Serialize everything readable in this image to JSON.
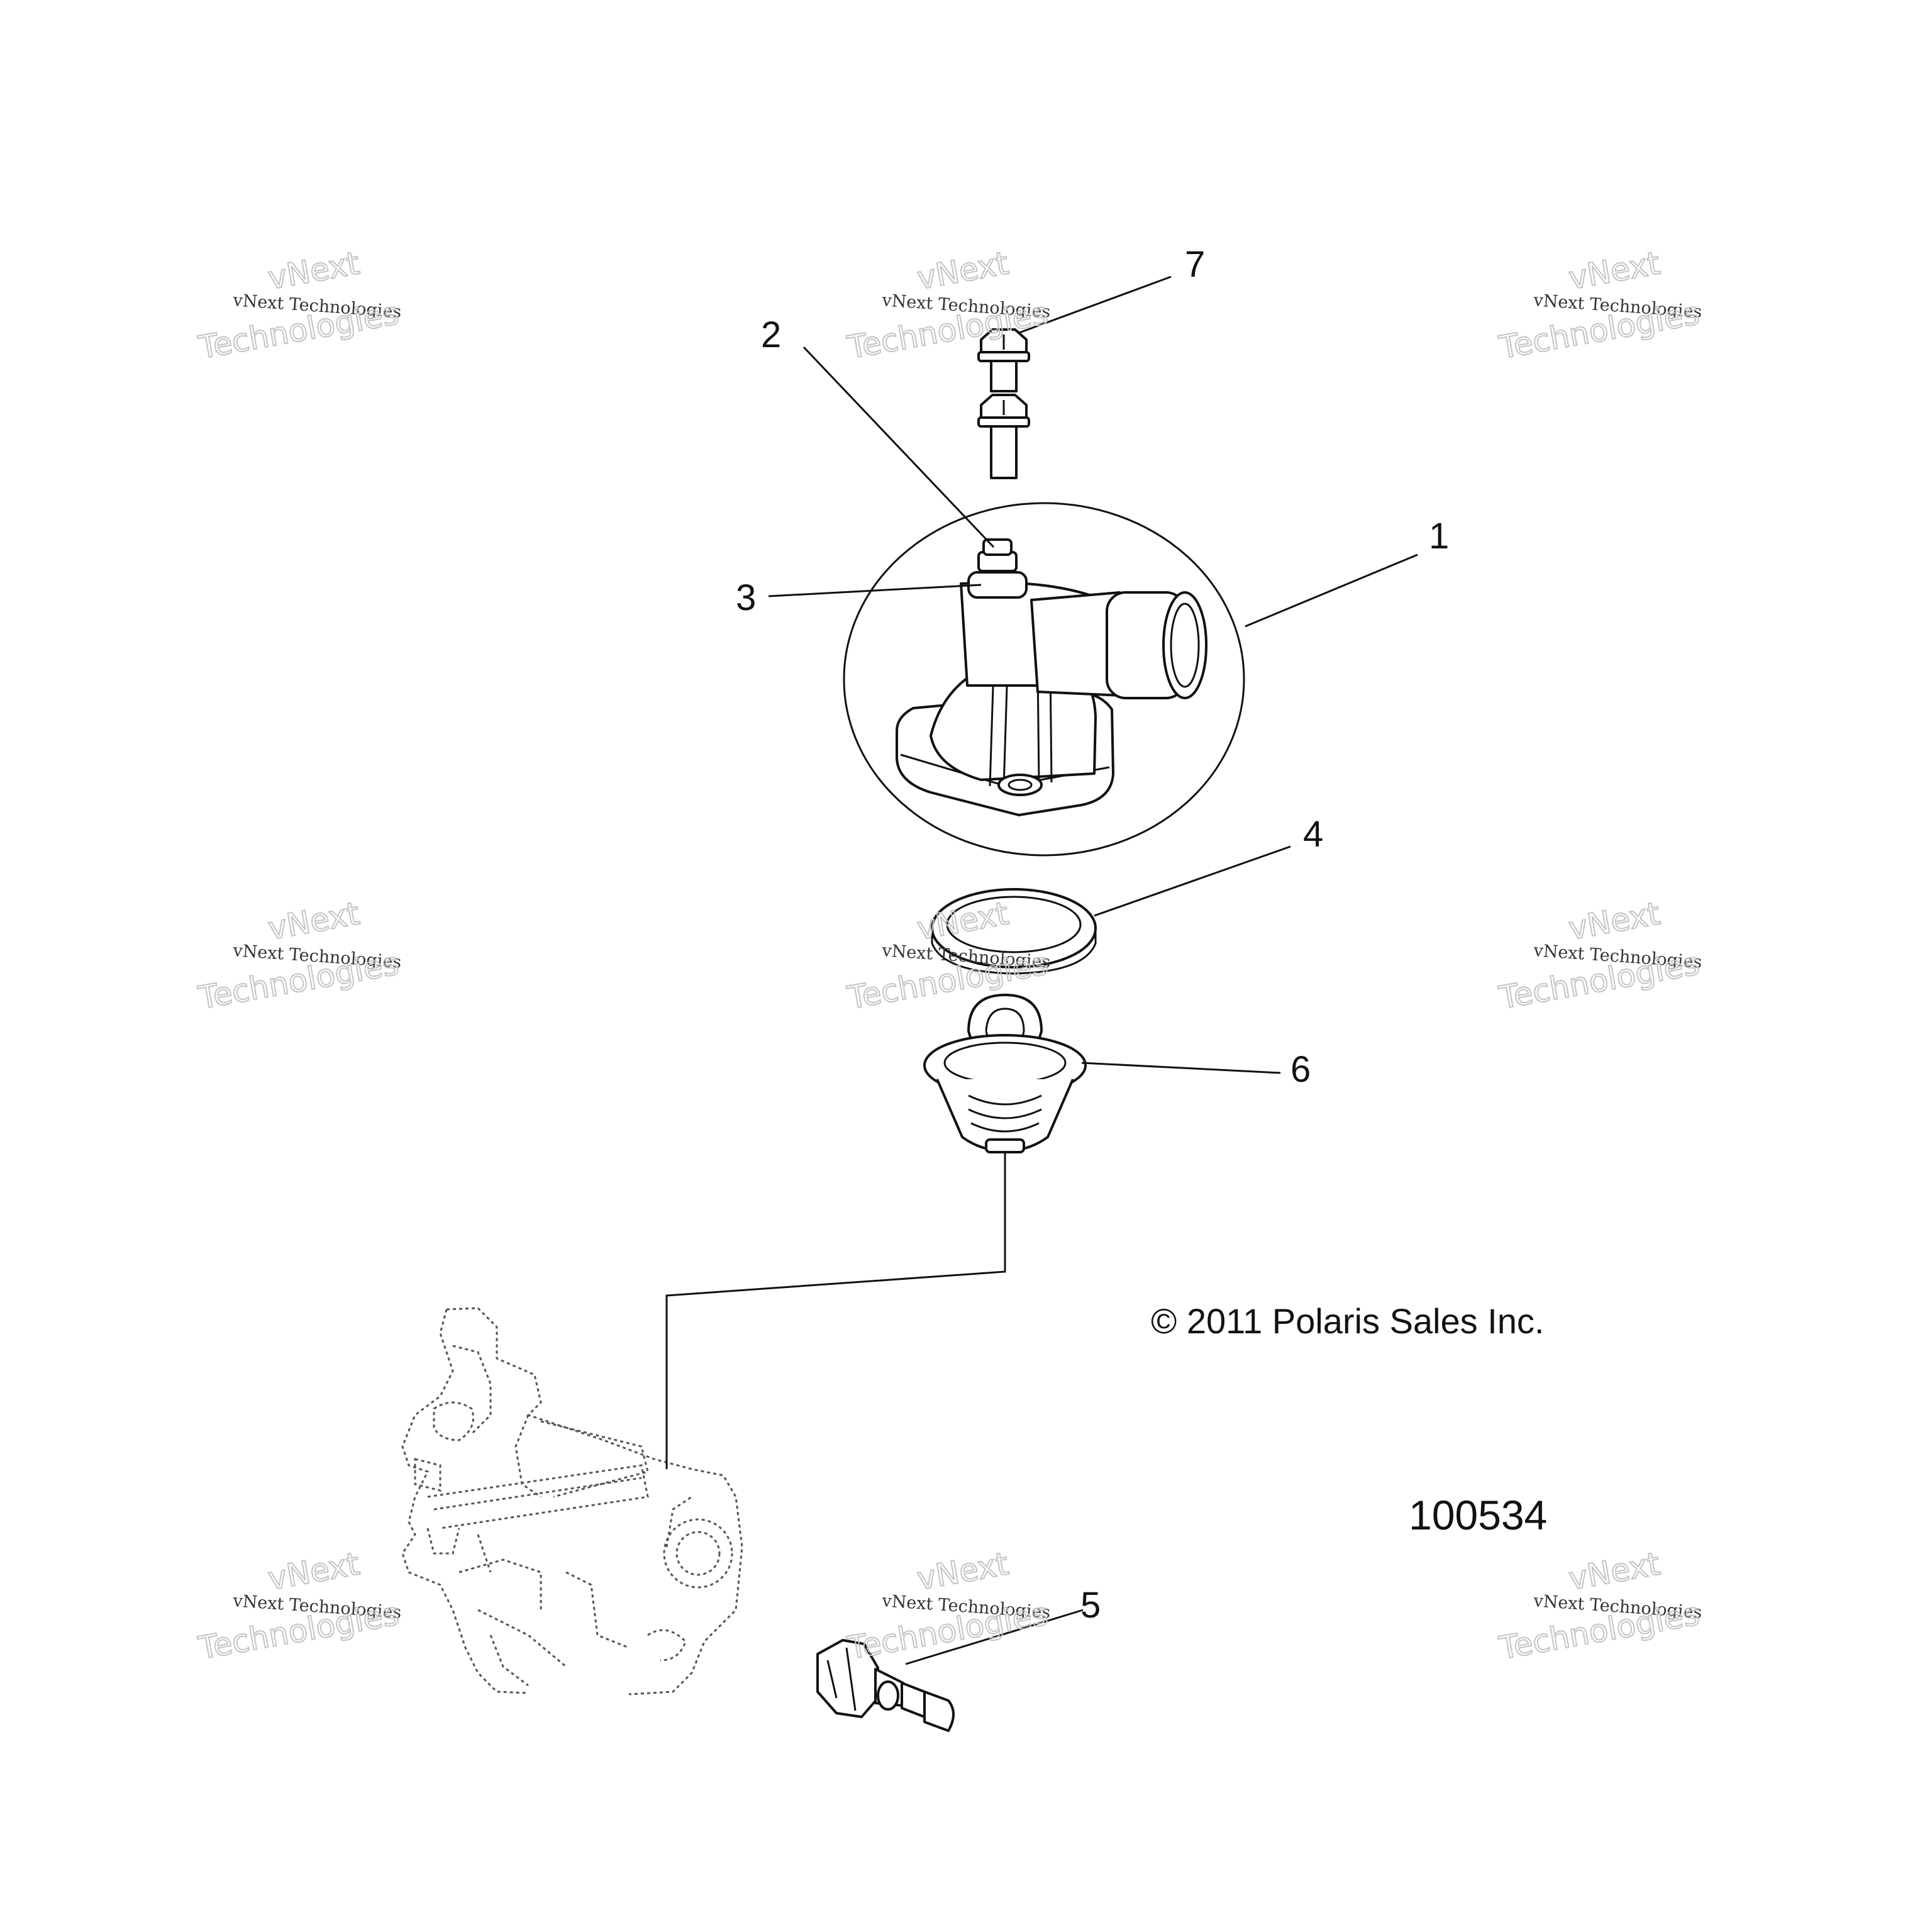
{
  "callouts": {
    "c1": "1",
    "c2": "2",
    "c3": "3",
    "c4": "4",
    "c5": "5",
    "c6": "6",
    "c7": "7"
  },
  "copyright": "© 2011 Polaris Sales Inc.",
  "drawing_number": "100534",
  "watermark": {
    "line1": "vNext",
    "line2": "vNext Technologies",
    "line3": "Technologies"
  }
}
